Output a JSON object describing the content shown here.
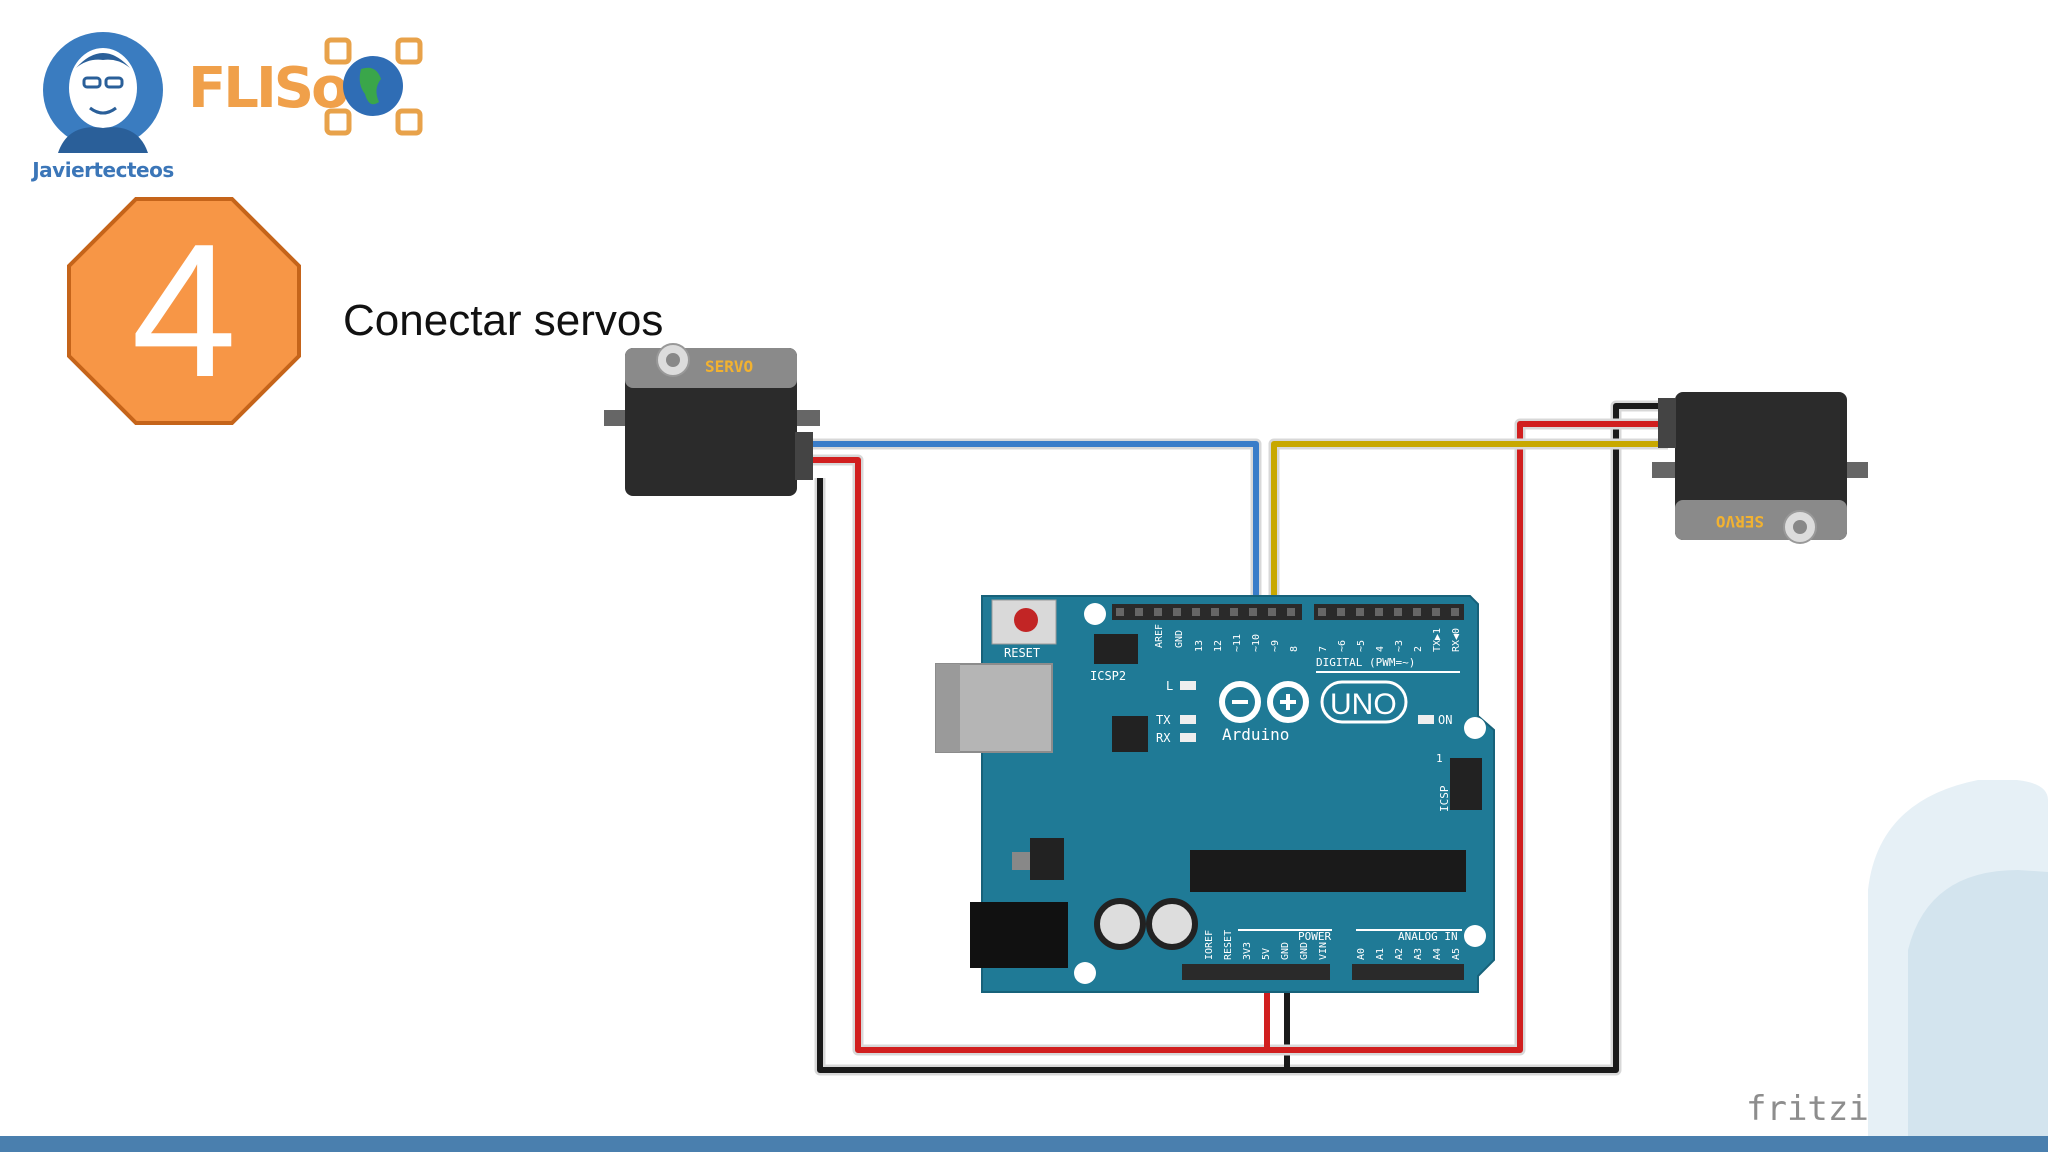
{
  "logos": {
    "javier_caption": "Javiertecteos",
    "flisol_word": "FLISoL"
  },
  "step": {
    "number": "4",
    "title": "Conectar servos"
  },
  "diagram": {
    "servo_label": "SERVO",
    "servo_label_flipped": "SERVO",
    "board": {
      "reset_label": "RESET",
      "icsp2_label": "ICSP2",
      "icsp_label": "ICSP",
      "aref_label": "AREF",
      "gnd_label": "GND",
      "digital_pins": [
        "13",
        "12",
        "~11",
        "~10",
        "~9",
        "8",
        "7",
        "~6",
        "~5",
        "4",
        "~3",
        "2",
        "TX▶1",
        "RX◀0"
      ],
      "digital_label": "DIGITAL (PWM=~)",
      "l_label": "L",
      "tx_label": "TX",
      "rx_label": "RX",
      "on_label": "ON",
      "uno_label": "UNO",
      "brand_label": "Arduino",
      "power_label": "POWER",
      "power_pins": [
        "IOREF",
        "RESET",
        "3V3",
        "5V",
        "GND",
        "GND",
        "VIN"
      ],
      "analog_label": "ANALOG IN",
      "analog_pins": [
        "A0",
        "A1",
        "A2",
        "A3",
        "A4",
        "A5"
      ],
      "icsp_pin1": "1"
    },
    "watermark": "fritzing"
  },
  "colors": {
    "badge_orange": "#f79646",
    "badge_border": "#c5641a",
    "board_teal": "#1f7a96",
    "wire_blue": "#3a7dc9",
    "wire_yellow": "#c8a800",
    "wire_red": "#d11f1f",
    "wire_black": "#1a1a1a",
    "bottom_bar": "#4a7fae"
  }
}
